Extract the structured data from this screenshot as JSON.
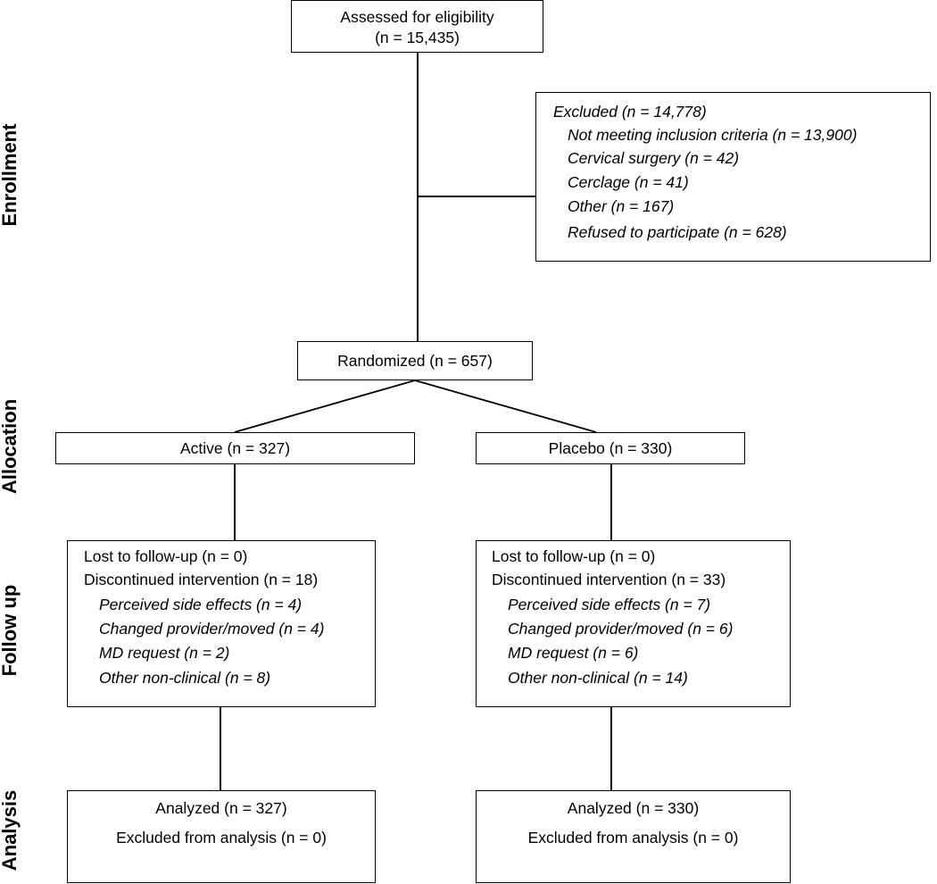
{
  "sections": {
    "enrollment": "Enrollment",
    "allocation": "Allocation",
    "follow_up": "Follow up",
    "analysis": "Analysis"
  },
  "assessed": {
    "line1": "Assessed for eligibility",
    "line2": "(n = 15,435)"
  },
  "excluded": {
    "title": "Excluded (n = 14,778)",
    "items": [
      "Not meeting inclusion criteria (n = 13,900)",
      "Cervical surgery (n = 42)",
      "Cerclage (n = 41)",
      "Other (n = 167)",
      "Refused to participate (n = 628)"
    ]
  },
  "randomized": "Randomized (n = 657)",
  "active": {
    "allocation": "Active (n = 327)",
    "lost": "Lost to follow-up (n = 0)",
    "discontinued": "Discontinued intervention (n = 18)",
    "reasons": [
      "Perceived side effects (n = 4)",
      "Changed provider/moved (n = 4)",
      "MD request (n = 2)",
      "Other non-clinical (n = 8)"
    ],
    "analyzed": "Analyzed (n = 327)",
    "excluded_analysis": "Excluded from analysis (n = 0)"
  },
  "placebo": {
    "allocation": "Placebo (n = 330)",
    "lost": "Lost to follow-up (n = 0)",
    "discontinued": "Discontinued intervention (n = 33)",
    "reasons": [
      "Perceived side effects (n = 7)",
      "Changed provider/moved (n = 6)",
      "MD request (n = 6)",
      "Other non-clinical (n = 14)"
    ],
    "analyzed": "Analyzed (n = 330)",
    "excluded_analysis": "Excluded from analysis (n = 0)"
  }
}
